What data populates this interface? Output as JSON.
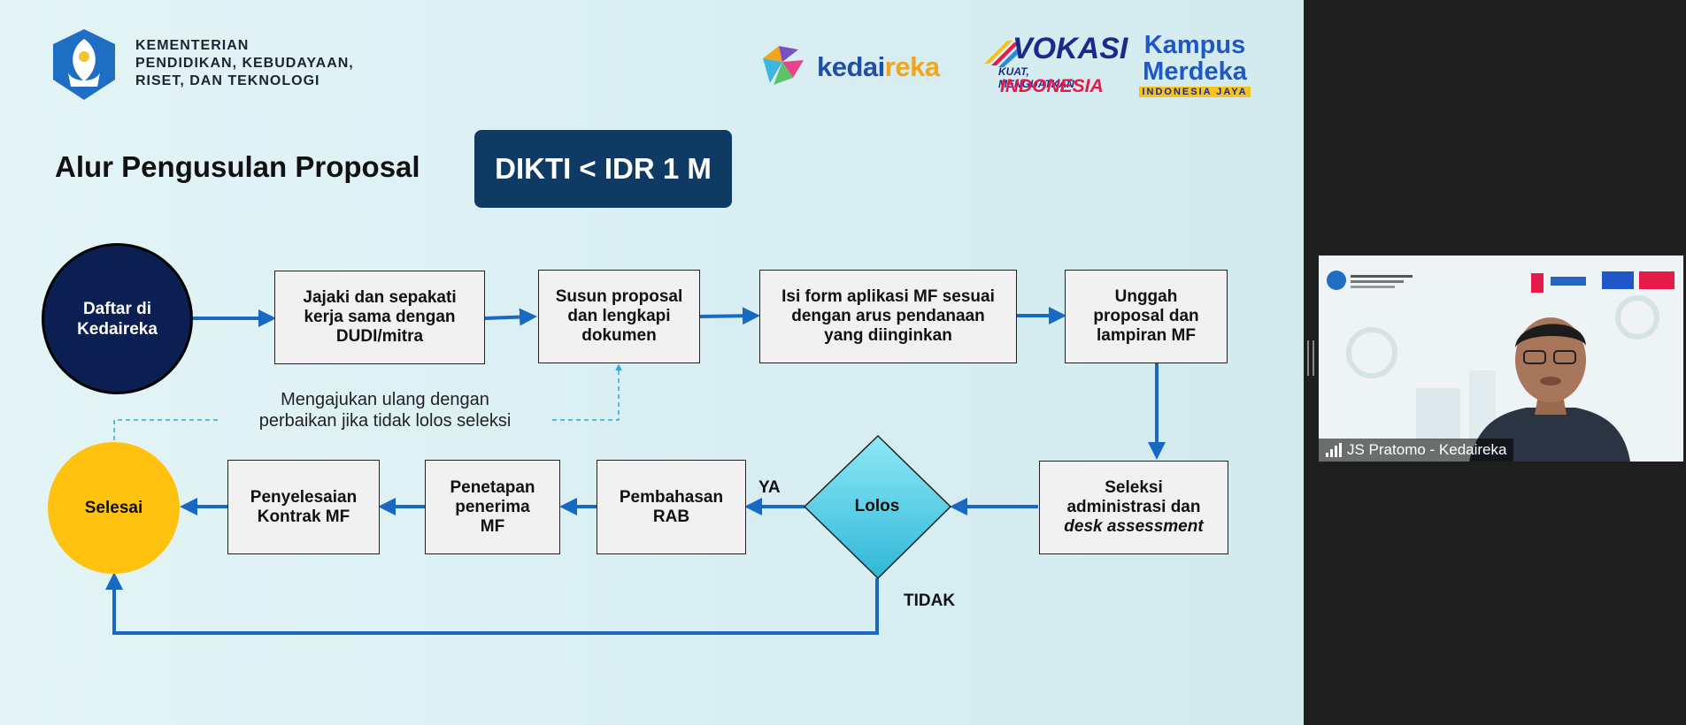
{
  "slide": {
    "ministry": [
      "KEMENTERIAN",
      "PENDIDIKAN, KEBUDAYAAN,",
      "RISET, DAN TEKNOLOGI"
    ],
    "logos": {
      "kedaireka_a": "kedai",
      "kedaireka_b": "reka",
      "vokasi_big": "VOKASI",
      "vokasi_s1": "KUAT, MENGUATKAN",
      "vokasi_s2": "INDONESIA",
      "kampus_1": "Kampus",
      "kampus_2": "Merdeka",
      "kampus_3": "INDONESIA JAYA"
    },
    "title": "Alur Pengusulan Proposal",
    "badge": "DIKTI < IDR 1 M",
    "flow": {
      "start": [
        "Daftar di",
        "Kedaireka"
      ],
      "step1": [
        "Jajaki dan sepakati",
        "kerja sama dengan",
        "DUDI/mitra"
      ],
      "step2": [
        "Susun proposal",
        "dan lengkapi",
        "dokumen"
      ],
      "step3": [
        "Isi form aplikasi MF sesuai",
        "dengan arus pendanaan",
        "yang diinginkan"
      ],
      "step4": [
        "Unggah",
        "proposal dan",
        "lampiran MF"
      ],
      "step5a": "Seleksi",
      "step5b": "administrasi dan",
      "step5c": "desk assessment",
      "decision": "Lolos",
      "yes": "YA",
      "no": "TIDAK",
      "step6": [
        "Pembahasan",
        "RAB"
      ],
      "step7": [
        "Penetapan",
        "penerima",
        "MF"
      ],
      "step8": [
        "Penyelesaian",
        "Kontrak MF"
      ],
      "end": "Selesai",
      "retry": [
        "Mengajukan ulang dengan",
        "perbaikan jika tidak lolos seleksi"
      ]
    },
    "colors": {
      "arrow": "#1769c2",
      "dashed": "#2aa9d6",
      "start": "#0b1f52",
      "end": "#ffc20e",
      "badge": "#0f3a64"
    }
  },
  "video": {
    "participant": "JS Pratomo - Kedaireka"
  }
}
